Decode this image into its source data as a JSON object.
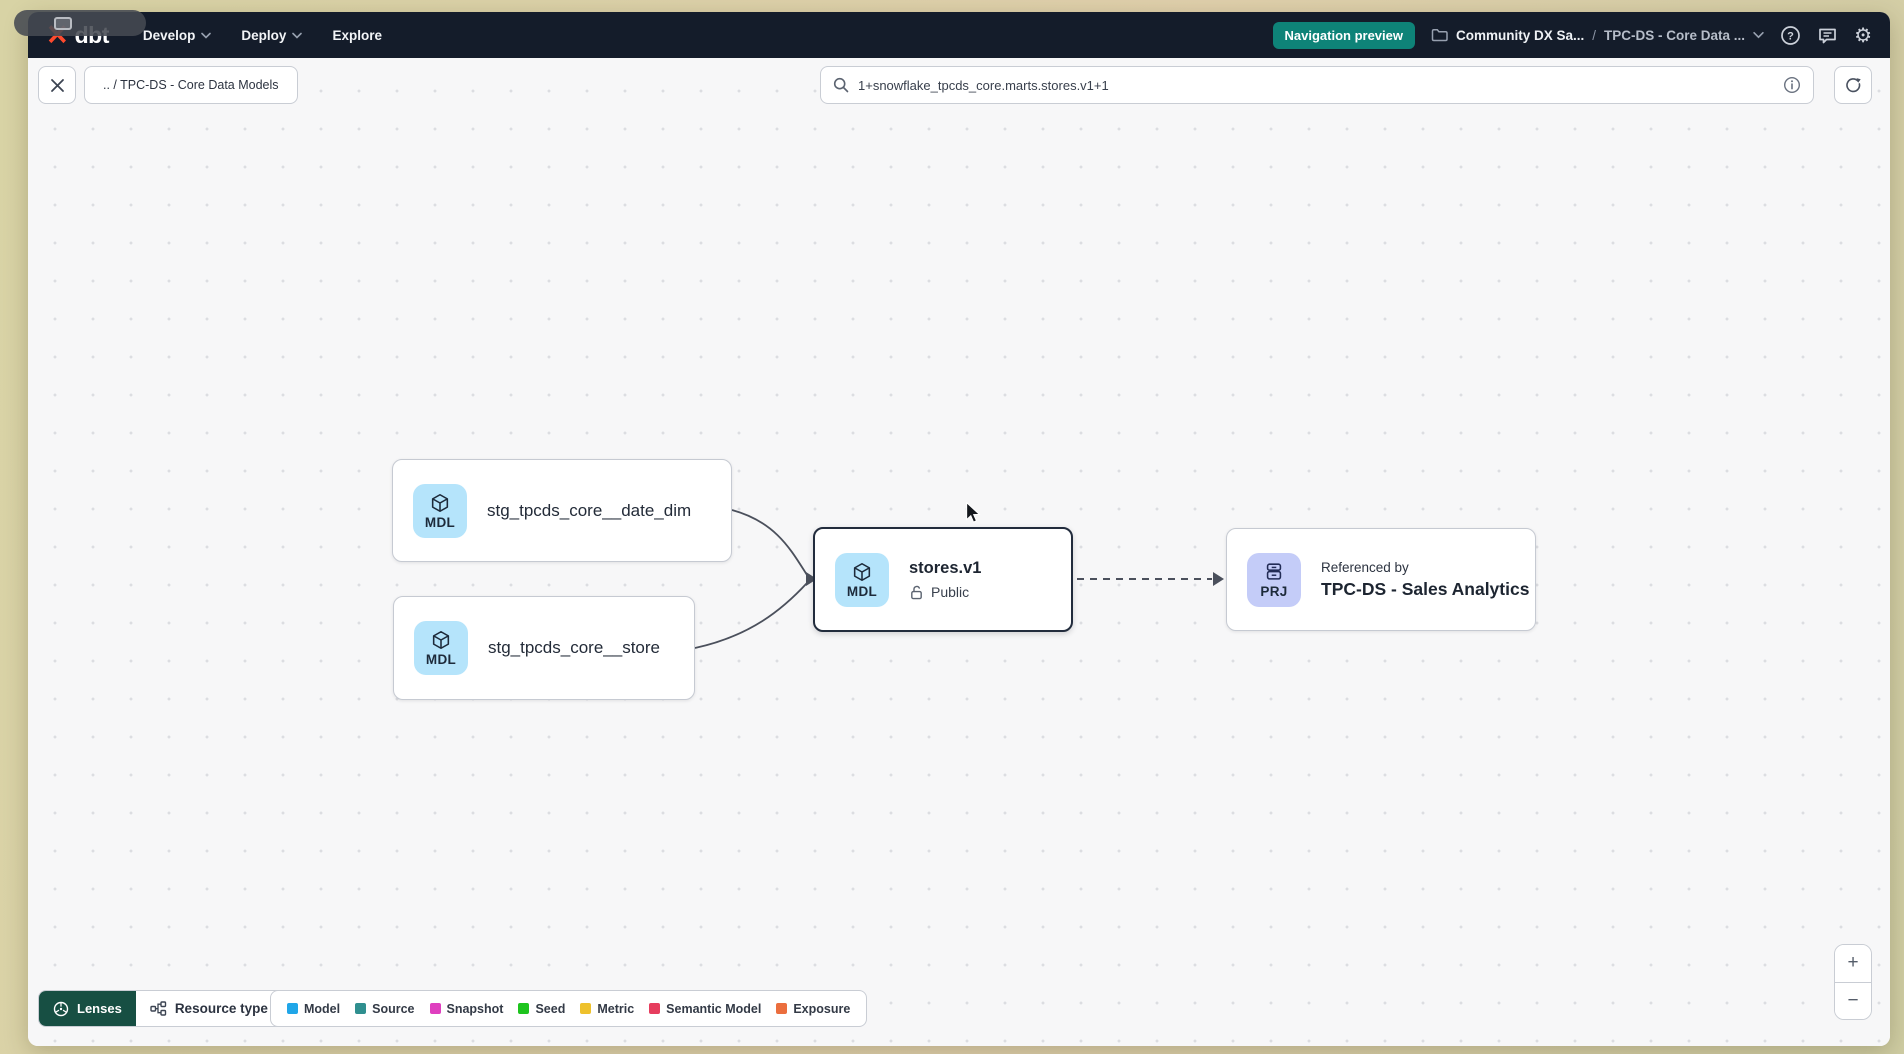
{
  "colors": {
    "brand_orange": "#ff4a2d",
    "preview_badge_teal": "#0e8378",
    "lenses_green": "#174f43",
    "model_badge_blue": "#b5e4fb",
    "project_badge_purple": "#c4ccf8"
  },
  "navbar": {
    "logo_text": "dbt",
    "menus": [
      {
        "label": "Develop"
      },
      {
        "label": "Deploy"
      },
      {
        "label": "Explore"
      }
    ],
    "preview_badge": "Navigation preview",
    "breadcrumb": {
      "project": "Community DX Sa...",
      "separator": "/",
      "page": "TPC-DS - Core Data ..."
    }
  },
  "toolbar": {
    "breadcrumb_chip": ".. / TPC-DS - Core Data Models",
    "search": {
      "value": "1+snowflake_tpcds_core.marts.stores.v1+1"
    }
  },
  "graph": {
    "nodes": [
      {
        "badge": "MDL",
        "label": "stg_tpcds_core__date_dim"
      },
      {
        "badge": "MDL",
        "label": "stg_tpcds_core__store"
      },
      {
        "badge": "MDL",
        "label": "stores.v1",
        "access": "Public"
      },
      {
        "badge": "PRJ",
        "label": "Referenced by",
        "sublabel": "TPC-DS - Sales Analytics"
      }
    ]
  },
  "footer": {
    "lenses_label": "Lenses",
    "resource_type_label": "Resource type",
    "legend": [
      {
        "label": "Model",
        "color": "#20a6e8"
      },
      {
        "label": "Source",
        "color": "#2f8f8f"
      },
      {
        "label": "Snapshot",
        "color": "#df3fbf"
      },
      {
        "label": "Seed",
        "color": "#1ec41e"
      },
      {
        "label": "Metric",
        "color": "#eec12c"
      },
      {
        "label": "Semantic Model",
        "color": "#e63d5e"
      },
      {
        "label": "Exposure",
        "color": "#eb6e3e"
      }
    ]
  },
  "zoom_controls": {
    "zoom_in": "+",
    "zoom_out": "−"
  }
}
